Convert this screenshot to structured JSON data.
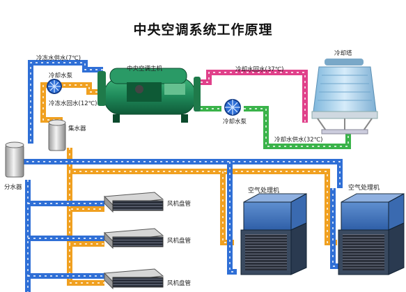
{
  "title": "中央空调系统工作原理",
  "labels": {
    "chilled_supply": "冷冻水供水(7℃)",
    "chilled_pump": "冷却水泵",
    "chilled_return": "冷冻水回水(12℃)",
    "chiller": "中央空调主机",
    "cooling_return": "冷却水回水(37℃)",
    "cooling_tower": "冷却塔",
    "cooling_pump": "冷却水泵",
    "cooling_supply": "冷却水供水(32℃)",
    "collector": "集水器",
    "distributor": "分水器",
    "ahu_1": "空气处理机",
    "ahu_2": "空气处理机",
    "fcu_1": "风机盘管",
    "fcu_2": "风机盘管",
    "fcu_3": "风机盘管"
  },
  "colors": {
    "chilled_supply_pipe": "#2f6fd6",
    "chilled_return_pipe": "#f0a020",
    "cooling_return_pipe": "#e0408a",
    "cooling_supply_pipe": "#3ab34a",
    "chiller_body": "#1f8a5a",
    "tower_body": "#a9d4ef"
  }
}
